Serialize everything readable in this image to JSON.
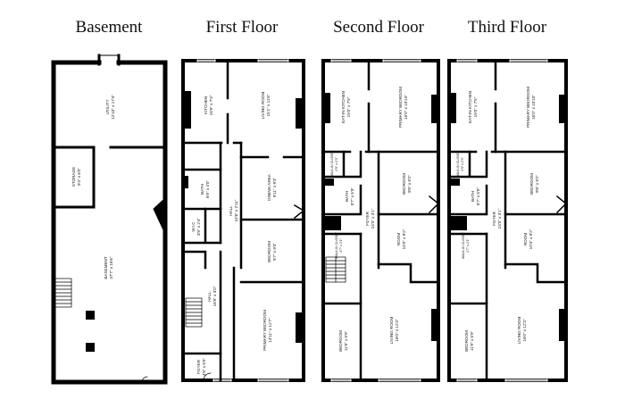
{
  "floors": [
    {
      "title": "Basement"
    },
    {
      "title": "First Floor"
    },
    {
      "title": "Second Floor"
    },
    {
      "title": "Third Floor"
    }
  ],
  "rooms": {
    "basement": {
      "utility": {
        "name": "UTILITY",
        "dim": "12'10\" x 17'4\""
      },
      "storage": {
        "name": "STORAGE",
        "dim": "9'4\" x 6'0\""
      },
      "basement": {
        "name": "BASEMENT",
        "dim": "37'7\" x 16'6\""
      }
    },
    "first": {
      "kitchen": {
        "name": "KITCHEN",
        "dim": "16'9\" x 7'3\""
      },
      "living": {
        "name": "LIVING ROOM",
        "dim": "15'1\" x 11'6\""
      },
      "dining": {
        "name": "DINING AREA",
        "dim": "9'11\" x 9'3\""
      },
      "bath": {
        "name": "BATH",
        "dim": "6'9\" x 4'0\""
      },
      "hall": {
        "name": "HALL",
        "dim": "24'6\" x 2'11\""
      },
      "wic": {
        "name": "W.I.C",
        "dim": "3'9\" x 2'4\""
      },
      "bedroom": {
        "name": "BEDROOM",
        "dim": "9'7\" x 9'3\""
      },
      "hall2": {
        "name": "HALL",
        "dim": "16'9\" x 3'0\""
      },
      "primary": {
        "name": "PRIMARY BEDROOM",
        "dim": "14'11\" x 12'7\""
      },
      "foyer": {
        "name": "FOYER",
        "dim": "4'8\" x 5'5\""
      }
    },
    "second": {
      "kitchen": {
        "name": "EAT-IN KITCHEN",
        "dim": "15'0\" x 7'5\""
      },
      "primary": {
        "name": "PRIMARY BEDROOM",
        "dim": "15'0\" x 10'10\""
      },
      "walkin": {
        "name": "WALK-IN CLOSET",
        "dim": "4'9\" x 2'3\""
      },
      "bath": {
        "name": "BATH",
        "dim": "8'7\" x 5'9\""
      },
      "bedroom1": {
        "name": "BEDROOM",
        "dim": "9'8\" x 9'2\""
      },
      "foyer": {
        "name": "FOYER",
        "dim": "24'3\" x 3'1\""
      },
      "room": {
        "name": "ROOM",
        "dim": "10'4\" x 9'2\""
      },
      "walkin2": {
        "name": "WALK-IN CLOSET",
        "dim": "4'7\" x 2'1\""
      },
      "bedroom2": {
        "name": "BEDROOM",
        "dim": "11'9\" x 5'9\""
      },
      "living": {
        "name": "LIVING ROOM",
        "dim": "16'0\" x 12'3\""
      }
    },
    "third": {
      "kitchen": {
        "name": "EAT-IN KITCHEN",
        "dim": "15'0\" x 7'5\""
      },
      "primary": {
        "name": "PRIMARY BEDROOM",
        "dim": "15'0\" x 10'10\""
      },
      "walkin": {
        "name": "WALK-IN CLOSET",
        "dim": "4'9\" x 2'3\""
      },
      "bath": {
        "name": "BATH",
        "dim": "8'7\" x 5'9\""
      },
      "bedroom1": {
        "name": "BEDROOM",
        "dim": "9'8\" x 9'2\""
      },
      "foyer": {
        "name": "FOYER",
        "dim": "24'3\" x 3'1\""
      },
      "room": {
        "name": "ROOM",
        "dim": "10'4\" x 9'2\""
      },
      "walkin2": {
        "name": "WALK-IN CLOSET",
        "dim": "4'7\" x 2'1\""
      },
      "bedroom2": {
        "name": "BEDROOM",
        "dim": "11'9\" x 5'9\""
      },
      "living": {
        "name": "LIVING ROOM",
        "dim": "16'0\" x 12'3\""
      }
    }
  }
}
